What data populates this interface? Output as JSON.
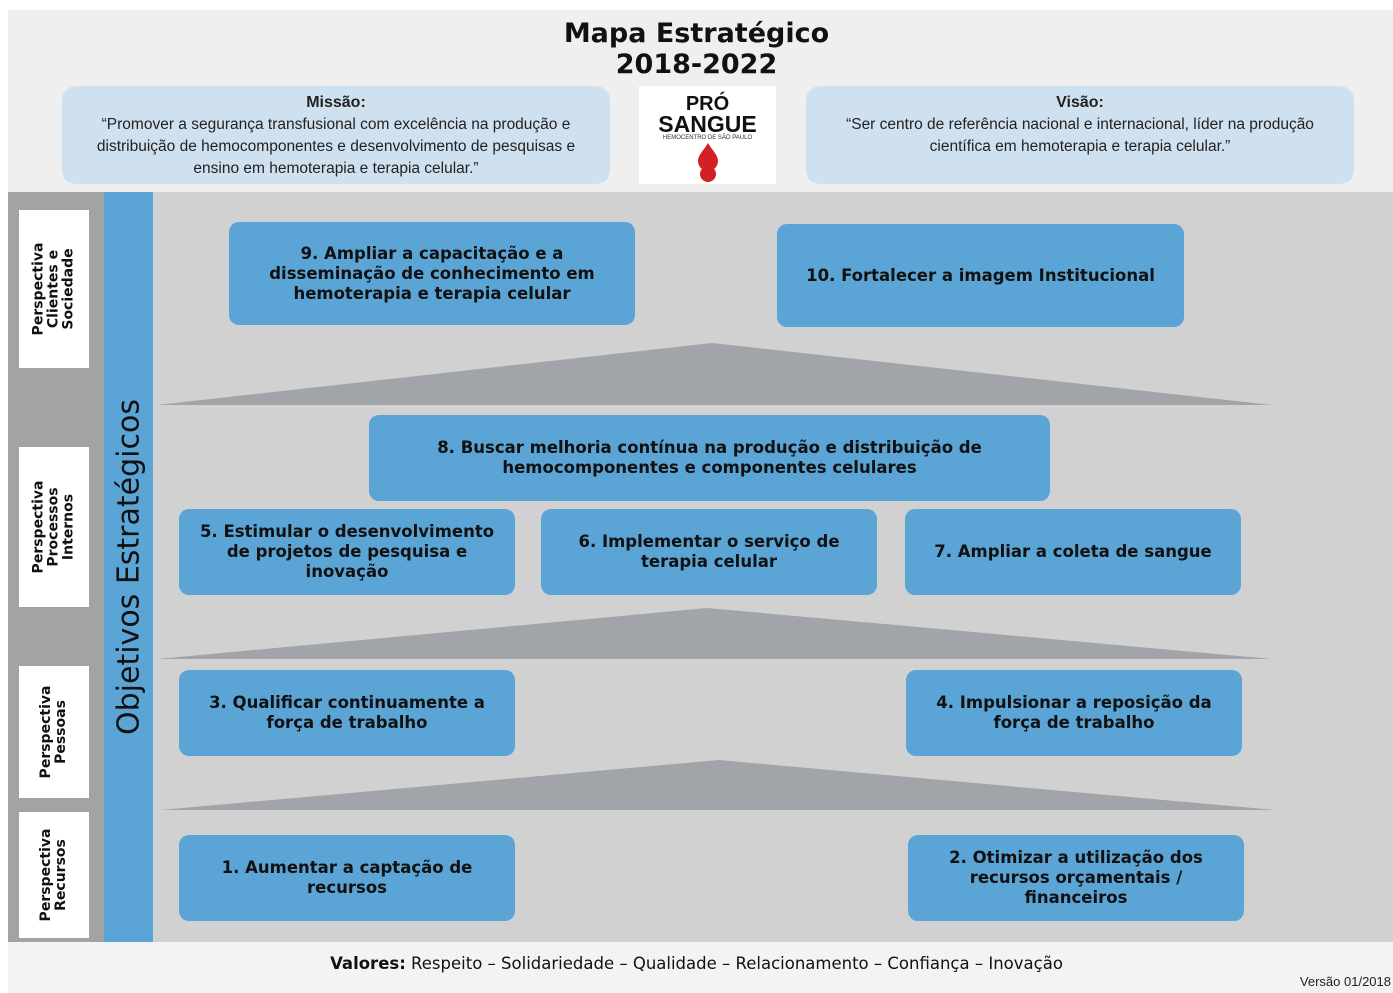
{
  "title": {
    "line1": "Mapa Estratégico",
    "line2": "2018-2022"
  },
  "mission": {
    "heading": "Missão:",
    "text": "“Promover a segurança transfusional  com excelência na produção e distribuição de hemocomponentes e desenvolvimento de pesquisas e ensino em hemoterapia e terapia celular.”"
  },
  "vision": {
    "heading": "Visão:",
    "text": "“Ser centro de referência nacional e internacional, líder na produção científica em hemoterapia e terapia celular.”"
  },
  "logo": {
    "line1": "PRÓ",
    "line2": "SANGUE",
    "line3": "HEMOCENTRO DE SÃO PAULO"
  },
  "objectives_label": "Objetivos Estratégicos",
  "perspectives": {
    "clientes": "Perspectiva\nClientes e\nSociedade",
    "processos": "Perspectiva\nProcessos\nInternos",
    "pessoas": "Perspectiva\nPessoas",
    "recursos": "Perspectiva\nRecursos"
  },
  "objectives": {
    "o1": "1. Aumentar a captação de recursos",
    "o2": "2. Otimizar a utilização dos recursos orçamentais / financeiros",
    "o3": "3. Qualificar continuamente a força de trabalho",
    "o4": "4. Impulsionar a reposição da força de trabalho",
    "o5": "5. Estimular o desenvolvimento de projetos de pesquisa e inovação",
    "o6": "6. Implementar o serviço de terapia celular",
    "o7": "7. Ampliar a coleta de sangue",
    "o8": "8. Buscar melhoria contínua na produção e distribuição de hemocomponentes e componentes celulares",
    "o9": "9. Ampliar a capacitação e a disseminação de conhecimento em hemoterapia e terapia celular",
    "o10": "10. Fortalecer a imagem Institucional"
  },
  "values": {
    "label": "Valores:",
    "text": " Respeito – Solidariedade – Qualidade – Relacionamento – Confiança – Inovação"
  },
  "version": "Versão 01/2018",
  "colors": {
    "box": "#5ba4d6",
    "card": "#cfe0ef",
    "arrow": "#a1a5a9",
    "logo_drop": "#d32027"
  }
}
